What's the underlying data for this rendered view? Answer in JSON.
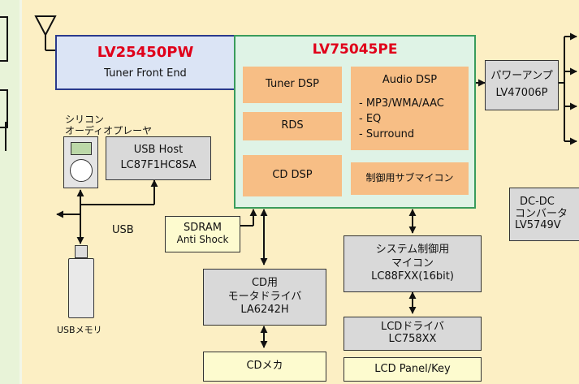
{
  "tuner_frontend": {
    "part": "LV25450PW",
    "desc": "Tuner Front End"
  },
  "main_chip": {
    "part": "LV75045PE"
  },
  "tuner_dsp": {
    "label": "Tuner DSP"
  },
  "rds": {
    "label": "RDS"
  },
  "cd_dsp": {
    "label": "CD DSP"
  },
  "audio_dsp": {
    "title": "Audio DSP",
    "items": [
      "- MP3/WMA/AAC",
      "- EQ",
      "- Surround"
    ]
  },
  "sub_mcu": {
    "label": "制御用サブマイコン"
  },
  "power_amp": {
    "line1": "パワーアンプ",
    "line2": "LV47006P"
  },
  "dcdc": {
    "line1": "DC-DC",
    "line2": "コンバータ",
    "line3": "LV5749V"
  },
  "silicon_player": {
    "line1": "シリコン",
    "line2": "オーディオプレーヤ"
  },
  "usb_host": {
    "line1": "USB Host",
    "line2": "LC87F1HC8SA"
  },
  "usb_label": "USB",
  "usb_memory": "USBメモリ",
  "sdram": {
    "line1": "SDRAM",
    "line2": "Anti Shock"
  },
  "motor_driver": {
    "line1": "CD用",
    "line2": "モータドライバ",
    "line3": "LA6242H"
  },
  "cd_mecha": {
    "label": "CDメカ"
  },
  "system_mcu": {
    "line1": "システム制御用",
    "line2": "マイコン",
    "line3": "LC88FXX(16bit)"
  },
  "lcd_driver": {
    "line1": "LCDドライバ",
    "line2": "LC758XX"
  },
  "lcd_panel": {
    "label": "LCD Panel/Key"
  },
  "colors": {
    "red": "#e0001a",
    "green_border": "#3a9c5c",
    "orange": "#f7be85",
    "blue_border": "#2b3a8c"
  }
}
